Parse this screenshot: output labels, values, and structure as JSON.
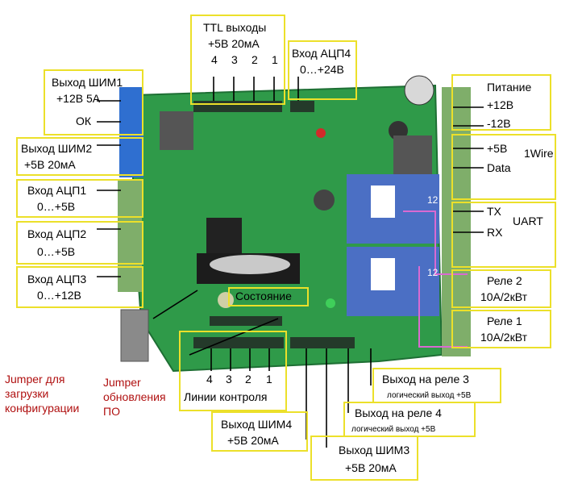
{
  "colors": {
    "pcb": "#2f9a49",
    "pcb_dark": "#1e6f34",
    "callout_border": "#ece02a",
    "jumper_text": "#b01010",
    "relay_blue": "#4b6fc4",
    "terminal": "#7fae6a",
    "arrow": "#000000",
    "jumper_line": "#d96ad1"
  },
  "top": {
    "ttl_title": "TTL выходы",
    "ttl_sub": "+5В 20мА",
    "ttl_pins": [
      "4",
      "3",
      "2",
      "1"
    ],
    "adc4_title": "Вход АЦП4",
    "adc4_sub": "0…+24В"
  },
  "left": {
    "pwm1_title": "Выход ШИМ1",
    "pwm1_sub": "+12В 5А",
    "ok": "ОК",
    "pwm2_title": "Выход ШИМ2",
    "pwm2_sub": "+5В 20мА",
    "adc1_title": "Вход АЦП1",
    "adc1_sub": "0…+5В",
    "adc2_title": "Вход АЦП2",
    "adc2_sub": "0…+5В",
    "adc3_title": "Вход АЦП3",
    "adc3_sub": "0…+12В"
  },
  "right": {
    "power_title": "Питание",
    "power_plus": "+12В",
    "power_minus": "-12В",
    "onewire_plus": "+5В",
    "onewire_data": "Data",
    "onewire_title": "1Wire",
    "uart_tx": "TX",
    "uart_rx": "RX",
    "uart_title": "UART",
    "relay2_title": "Реле 2",
    "relay2_sub": "10А/2кВт",
    "relay1_title": "Реле 1",
    "relay1_sub": "10А/2кВт"
  },
  "board": {
    "status_label": "Состояние",
    "relay_mark": "12"
  },
  "bottom": {
    "jumper_config_1": "Jumper для",
    "jumper_config_2": "загрузки",
    "jumper_config_3": "конфигурации",
    "jumper_fw_1": "Jumper",
    "jumper_fw_2": "обновления",
    "jumper_fw_3": "ПО",
    "ctrl_pins": [
      "4",
      "3",
      "2",
      "1"
    ],
    "ctrl_title": "Линии контроля",
    "relay3_out": "Выход на реле 3",
    "relay3_logic": "логический выход +5В",
    "relay4_out": "Выход на реле 4",
    "relay4_logic": "логический выход +5В",
    "pwm4_title": "Выход ШИМ4",
    "pwm4_sub": "+5В 20мА",
    "pwm3_title": "Выход ШИМ3",
    "pwm3_sub": "+5В 20мА"
  }
}
